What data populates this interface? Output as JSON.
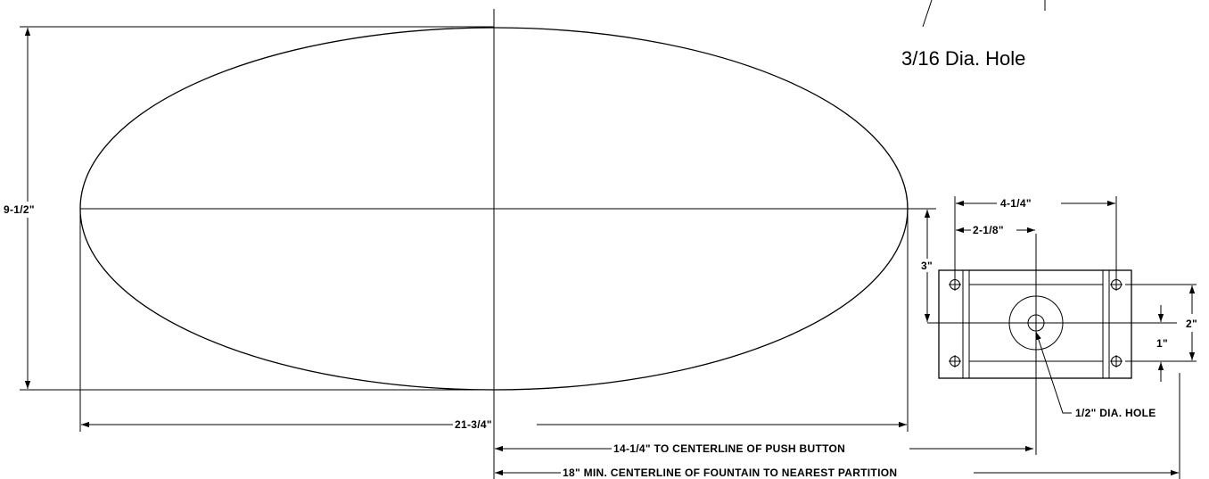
{
  "labels": {
    "note_hole": "3/16 Dia. Hole",
    "height_dim": "9-1/2\"",
    "width_dim": "21-3/4\"",
    "to_push_button": "14-1/4\" TO CENTERLINE OF PUSH BUTTON",
    "to_partition": "18\" MIN. CENTERLINE OF FOUNTAIN TO NEAREST PARTITION",
    "plate_width": "4-1/4\"",
    "half_width": "2-1/8\"",
    "plate_offset": "3\"",
    "hole_spacing": "2\"",
    "half_spacing": "1\"",
    "center_hole": "1/2\" DIA. HOLE"
  }
}
